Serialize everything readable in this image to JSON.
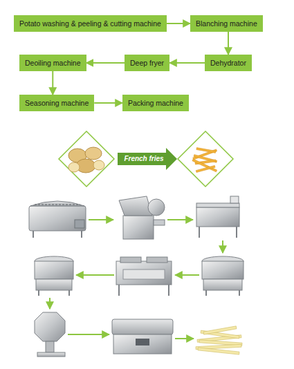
{
  "diagram": {
    "nodes": [
      {
        "text": [
          "Potato washing & peeling & cutting machine"
        ]
      },
      {
        "text": [
          "Blanching machine"
        ]
      },
      {
        "text": [
          "Dehydrator"
        ]
      },
      {
        "text": [
          "Deep fryer"
        ]
      },
      {
        "text": [
          "Deoiling machine"
        ]
      },
      {
        "text": [
          "Seasoning machine"
        ]
      },
      {
        "text": [
          "Packing machine"
        ]
      }
    ],
    "edges": [
      {
        "from": 0,
        "to": 1,
        "arrow": "to"
      },
      {
        "from": 1,
        "to": 2,
        "arrow": "to"
      },
      {
        "from": 2,
        "to": 3,
        "arrow": "to"
      },
      {
        "from": 3,
        "to": 4,
        "arrow": "to"
      },
      {
        "from": 4,
        "to": 5,
        "arrow": "to"
      },
      {
        "from": 5,
        "to": 6,
        "arrow": "to"
      }
    ],
    "labels": [
      "French fries"
    ]
  }
}
